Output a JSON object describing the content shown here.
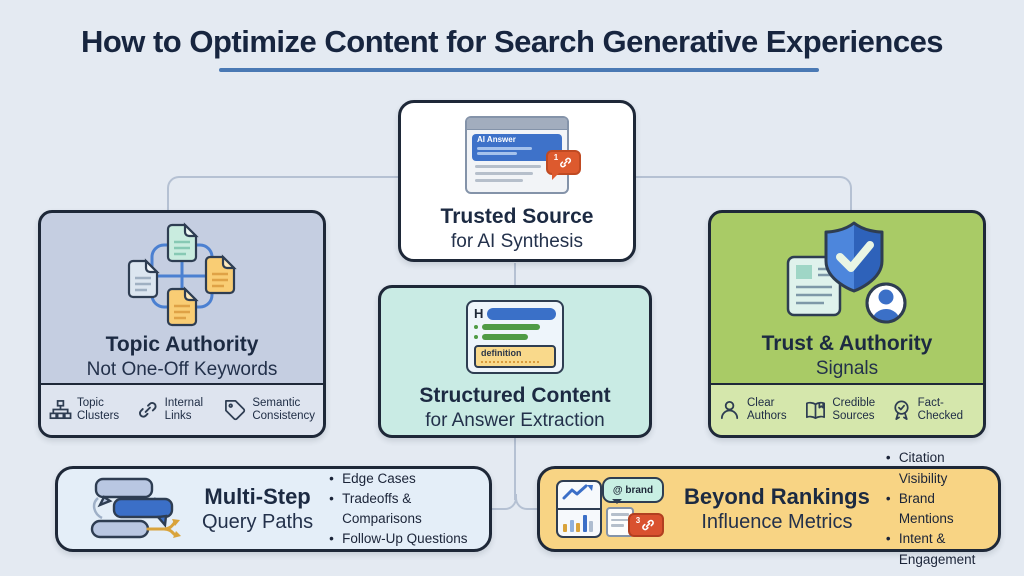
{
  "page": {
    "title": "How to Optimize Content for Search Generative Experiences"
  },
  "colors": {
    "background": "#e4eaf2",
    "title_text": "#17253f",
    "underline": "#4a79b4",
    "node_border": "#1e2838",
    "connector": "#b5c1d3",
    "lavender_node": "#c5cee1",
    "lavender_footer": "#dee4ef",
    "teal_node": "#c9ebe4",
    "green_node": "#a9cb66",
    "green_footer": "#d5e7ac",
    "light_blue_node": "#e4eef8",
    "yellow_node": "#f8d484",
    "accent_blue": "#3b6fc7",
    "accent_green": "#4f9b45",
    "accent_orange_badge": "#dd5a2e",
    "accent_red_badge": "#d9512f",
    "accent_gold": "#d9a33b",
    "mint_bubble": "#c8efe3"
  },
  "nodes": {
    "trusted_source": {
      "title": "Trusted Source",
      "subtitle": "for AI Synthesis",
      "browser_mock": {
        "header_label": "AI Answer",
        "citation_badge_count": "1"
      }
    },
    "topic_authority": {
      "title": "Topic Authority",
      "subtitle": "Not One-Off Keywords",
      "footer_items": [
        {
          "icon": "sitemap-icon",
          "label": "Topic Clusters"
        },
        {
          "icon": "link-icon",
          "label": "Internal Links"
        },
        {
          "icon": "tag-icon",
          "label": "Semantic Consistency"
        }
      ]
    },
    "structured_content": {
      "title": "Structured Content",
      "subtitle": "for Answer Extraction",
      "card_mock": {
        "heading_marker": "H",
        "definition_label": "definition"
      }
    },
    "trust_signals": {
      "title": "Trust & Authority",
      "subtitle": "Signals",
      "footer_items": [
        {
          "icon": "person-icon",
          "label": "Clear Authors"
        },
        {
          "icon": "book-icon",
          "label": "Credible Sources"
        },
        {
          "icon": "award-icon",
          "label": "Fact-Checked"
        }
      ]
    },
    "multi_step": {
      "title": "Multi-Step",
      "subtitle": "Query Paths",
      "bullets": [
        "Edge Cases",
        "Tradeoffs & Comparisons",
        "Follow-Up Questions"
      ]
    },
    "beyond_rankings": {
      "title": "Beyond Rankings",
      "subtitle": "Influence Metrics",
      "icon_labels": {
        "brand_bubble": "@ brand",
        "citation_badge_count": "3"
      },
      "bullets": [
        "Citation Visibility",
        "Brand Mentions",
        "Intent & Engagement"
      ]
    }
  }
}
